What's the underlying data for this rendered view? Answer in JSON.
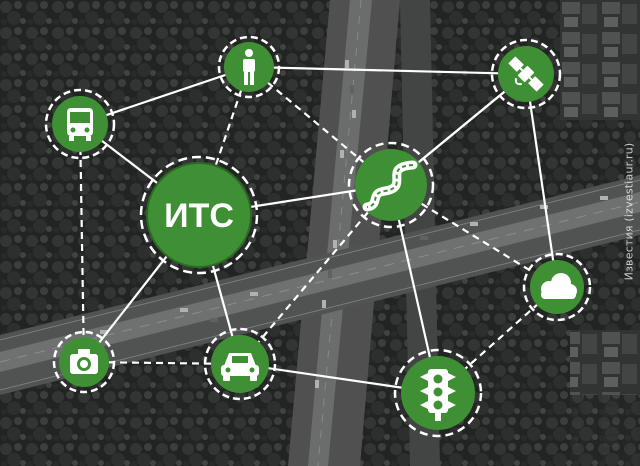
{
  "diagram": {
    "center_label": "ИТС",
    "nodes": [
      {
        "id": "its",
        "icon": "its-hub"
      },
      {
        "id": "pedestrian",
        "icon": "pedestrian-icon"
      },
      {
        "id": "bus",
        "icon": "bus-icon"
      },
      {
        "id": "satellite",
        "icon": "satellite-icon"
      },
      {
        "id": "road",
        "icon": "road-icon"
      },
      {
        "id": "cloud",
        "icon": "cloud-icon"
      },
      {
        "id": "camera",
        "icon": "camera-icon"
      },
      {
        "id": "car",
        "icon": "car-icon"
      },
      {
        "id": "traffic-light",
        "icon": "traffic-light-icon"
      }
    ],
    "links": [
      {
        "from": "bus",
        "to": "pedestrian",
        "style": "solid"
      },
      {
        "from": "bus",
        "to": "its",
        "style": "solid"
      },
      {
        "from": "bus",
        "to": "camera",
        "style": "dashed"
      },
      {
        "from": "pedestrian",
        "to": "its",
        "style": "dashed"
      },
      {
        "from": "pedestrian",
        "to": "satellite",
        "style": "solid"
      },
      {
        "from": "pedestrian",
        "to": "road",
        "style": "dashed"
      },
      {
        "from": "its",
        "to": "road",
        "style": "solid"
      },
      {
        "from": "its",
        "to": "camera",
        "style": "solid"
      },
      {
        "from": "its",
        "to": "car",
        "style": "solid"
      },
      {
        "from": "road",
        "to": "satellite",
        "style": "solid"
      },
      {
        "from": "road",
        "to": "cloud",
        "style": "dashed"
      },
      {
        "from": "road",
        "to": "traffic-light",
        "style": "solid"
      },
      {
        "from": "road",
        "to": "car",
        "style": "dashed"
      },
      {
        "from": "satellite",
        "to": "cloud",
        "style": "solid"
      },
      {
        "from": "camera",
        "to": "car",
        "style": "dashed"
      },
      {
        "from": "car",
        "to": "traffic-light",
        "style": "solid"
      },
      {
        "from": "cloud",
        "to": "traffic-light",
        "style": "dashed"
      },
      {
        "from": "satellite",
        "to": "road",
        "style": "solid"
      }
    ]
  },
  "credit": "Известия (izvestiaur.ru)",
  "colors": {
    "node_fill": "#3f8f35",
    "node_fill_dark": "#2d6e26",
    "ring": "#ffffff",
    "line": "#ffffff"
  }
}
